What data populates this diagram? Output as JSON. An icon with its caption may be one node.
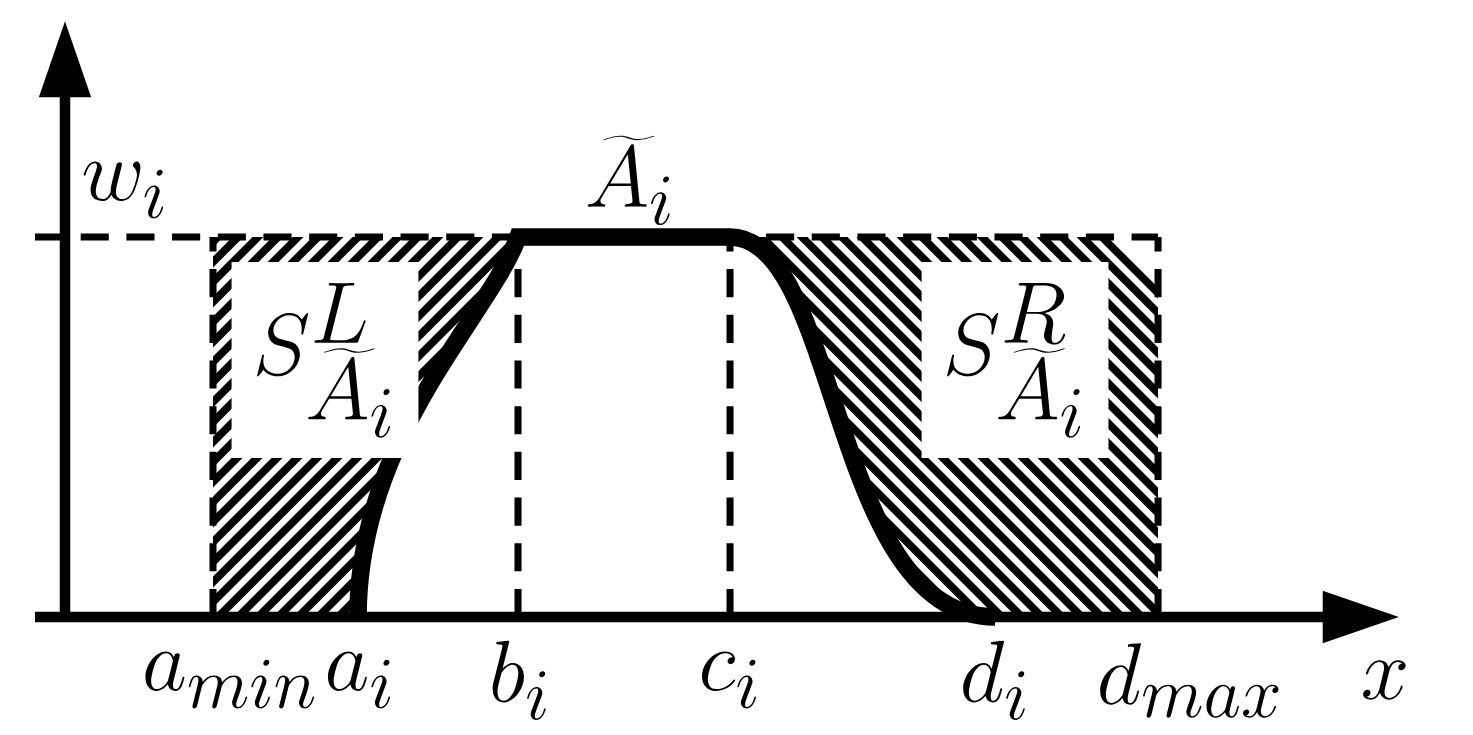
{
  "diagram": {
    "labels": [
      "w_i",
      "\\widetilde{A}_i",
      "S^{L}_{\\widetilde{A}_i}",
      "S^{R}_{\\widetilde{A}_i}",
      "a_{min}",
      "a_i",
      "b_i",
      "c_i",
      "d_i",
      "d_{max}",
      "x"
    ]
  }
}
